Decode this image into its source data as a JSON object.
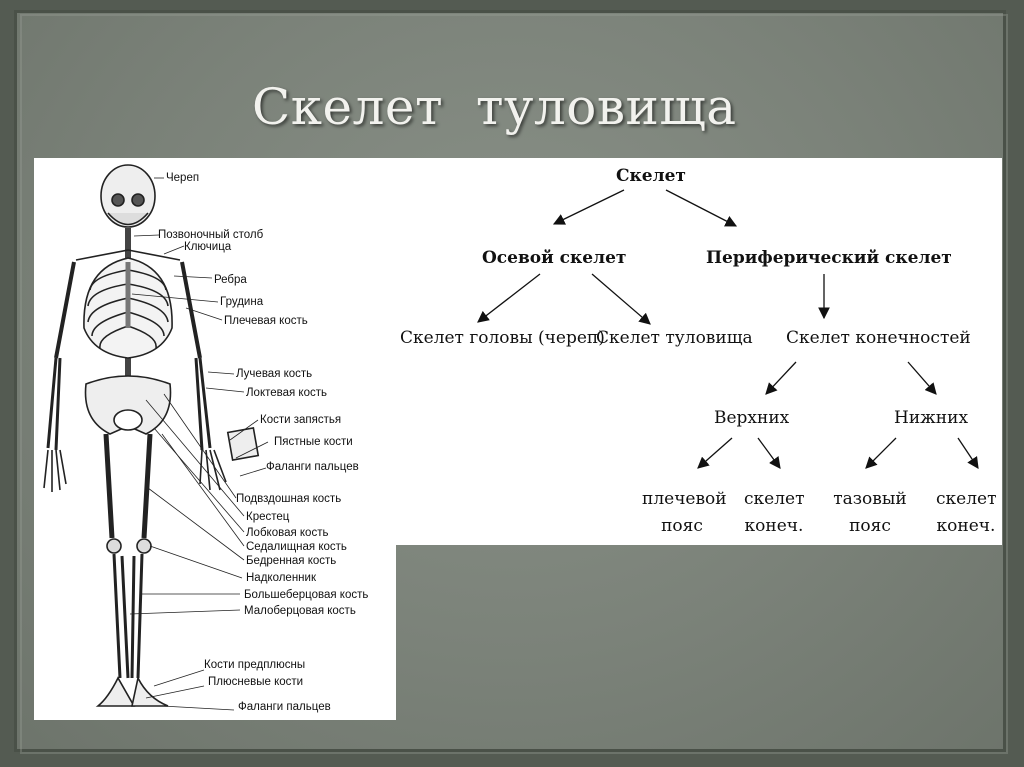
{
  "slide": {
    "title": "Скелет  туловища"
  },
  "skeleton_figure": {
    "labels": [
      "Череп",
      "Позвоночный столб",
      "Ключица",
      "Ребра",
      "Грудина",
      "Плечевая кость",
      "Лучевая кость",
      "Локтевая кость",
      "Кости запястья",
      "Пястные кости",
      "Фаланги пальцев",
      "Подвздошная кость",
      "Крестец",
      "Лобковая кость",
      "Седалищная кость",
      "Бедренная кость",
      "Надколенник",
      "Большеберцовая кость",
      "Малоберцовая кость",
      "Кости предплюсны",
      "Плюсневые кости",
      "Фаланги пальцев"
    ]
  },
  "scheme": {
    "root": "Скелет",
    "axial": "Осевой  скелет",
    "peripheral": "Периферический скелет",
    "head": "Скелет головы (череп)",
    "trunk": "Скелет туловища",
    "limbs": "Скелет конечностей",
    "upper": "Верхних",
    "lower": "Нижних",
    "shoulder_girdle": [
      "плечевой",
      "пояс"
    ],
    "upper_free": [
      "скелет",
      "конеч."
    ],
    "pelvic_girdle": [
      "тазовый",
      "пояс"
    ],
    "lower_free": [
      "скелет",
      "конеч."
    ]
  }
}
